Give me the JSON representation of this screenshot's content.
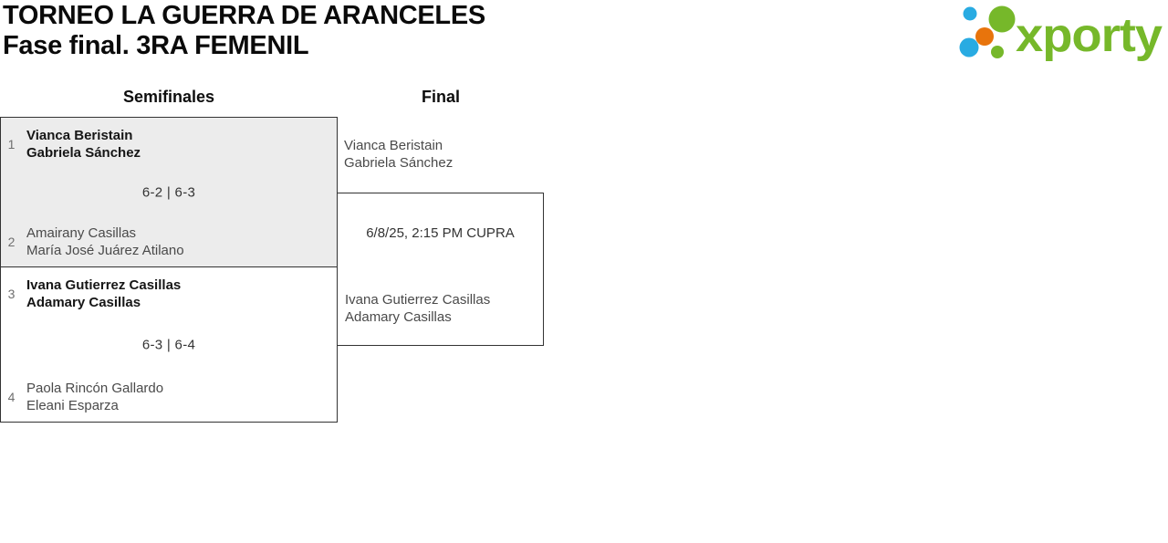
{
  "header": {
    "title_line1": "TORNEO LA GUERRA DE ARANCELES",
    "title_line2": "Fase final. 3RA FEMENIL",
    "logo_text": "xporty"
  },
  "rounds": {
    "semifinals_label": "Semifinales",
    "final_label": "Final"
  },
  "matches": {
    "sf1": {
      "seed_top": "1",
      "team_top_line1": "Vianca Beristain",
      "team_top_line2": "Gabriela Sánchez",
      "score": "6-2 | 6-3",
      "seed_bottom": "2",
      "team_bottom_line1": "Amairany Casillas",
      "team_bottom_line2": "María José Juárez Atilano"
    },
    "sf2": {
      "seed_top": "3",
      "team_top_line1": "Ivana Gutierrez Casillas",
      "team_top_line2": "Adamary Casillas",
      "score": "6-3 | 6-4",
      "seed_bottom": "4",
      "team_bottom_line1": "Paola Rincón Gallardo",
      "team_bottom_line2": "Eleani Esparza"
    },
    "final": {
      "team_top_line1": "Vianca Beristain",
      "team_top_line2": "Gabriela Sánchez",
      "schedule": "6/8/25, 2:15 PM CUPRA",
      "team_bottom_line1": "Ivana Gutierrez Casillas",
      "team_bottom_line2": "Adamary Casillas"
    }
  },
  "colors": {
    "logo_green": "#76b82a",
    "logo_blue": "#29abe2",
    "logo_orange": "#e8740c",
    "border": "#333333",
    "finished_bg": "#ececec",
    "winner_text": "#161616",
    "team_text": "#4a4a4a",
    "seed_text": "#6f6f6f",
    "score_text": "#333333"
  }
}
